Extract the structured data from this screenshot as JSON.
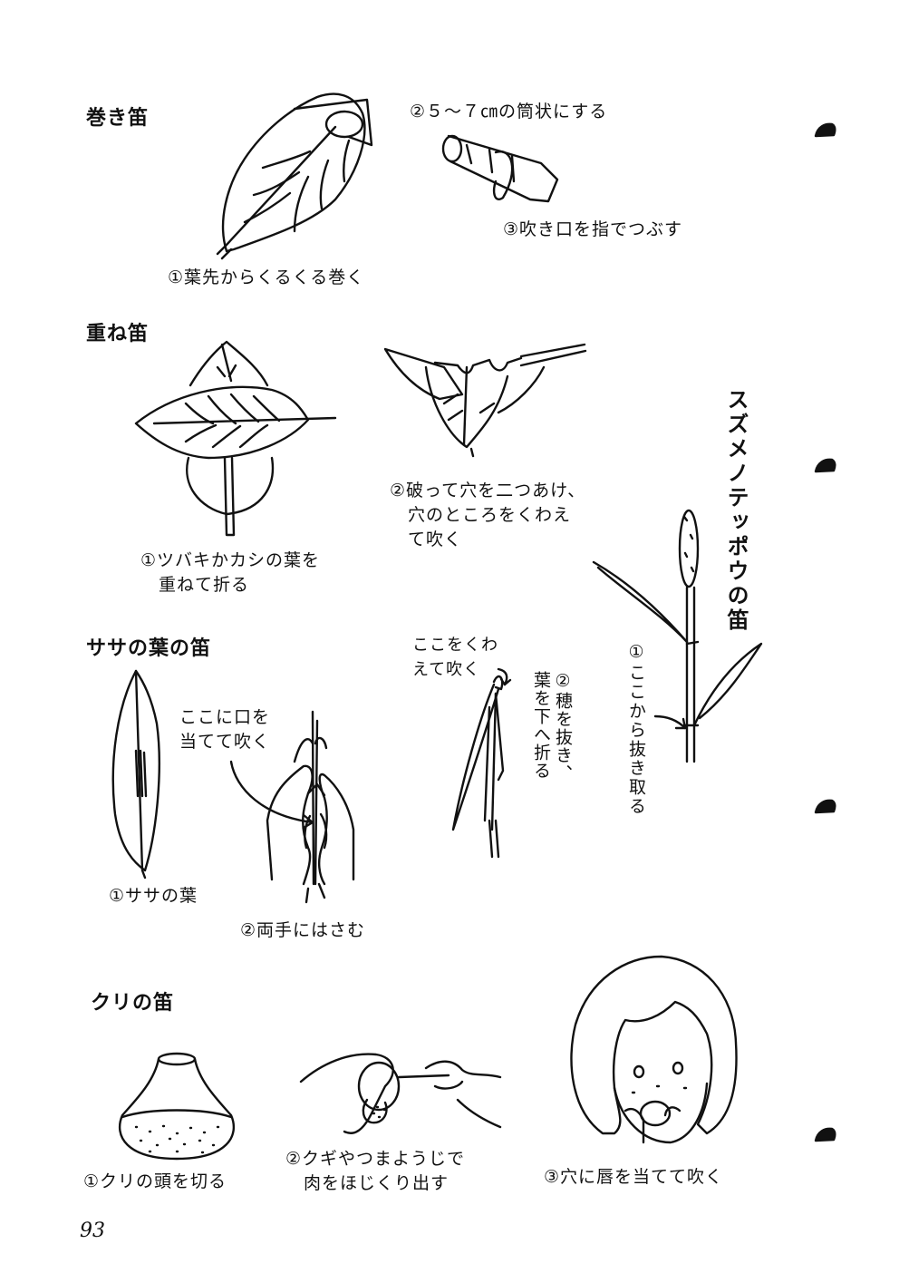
{
  "sections": {
    "maki": {
      "title": "巻き笛",
      "step1": "①葉先からくるくる巻く",
      "step2": "②５～７㎝の筒状にする",
      "step3": "③吹き口を指でつぶす"
    },
    "kasane": {
      "title": "重ね笛",
      "step1": "①ツバキかカシの葉を\n　重ねて折る",
      "step2": "②破って穴を二つあけ、\n　穴のところをくわえ\n　て吹く"
    },
    "suzume": {
      "title": "スズメノテッポウの笛",
      "step1": "①ここから抜き取る",
      "step2": "②穂を抜き、\n葉を下へ折る",
      "note": "ここをくわ\nえて吹く"
    },
    "sasa": {
      "title": "ササの葉の笛",
      "step1": "①ササの葉",
      "step2": "②両手にはさむ",
      "note": "ここに口を\n当てて吹く"
    },
    "kuri": {
      "title": "クリの笛",
      "step1": "①クリの頭を切る",
      "step2": "②クギやつまようじで\n　肉をほじくり出す",
      "step3": "③穴に唇を当てて吹く"
    }
  },
  "page_number": "93",
  "margin_icons": [
    "hand-mark-icon",
    "hand-mark-icon",
    "hand-mark-icon",
    "hand-mark-icon"
  ]
}
